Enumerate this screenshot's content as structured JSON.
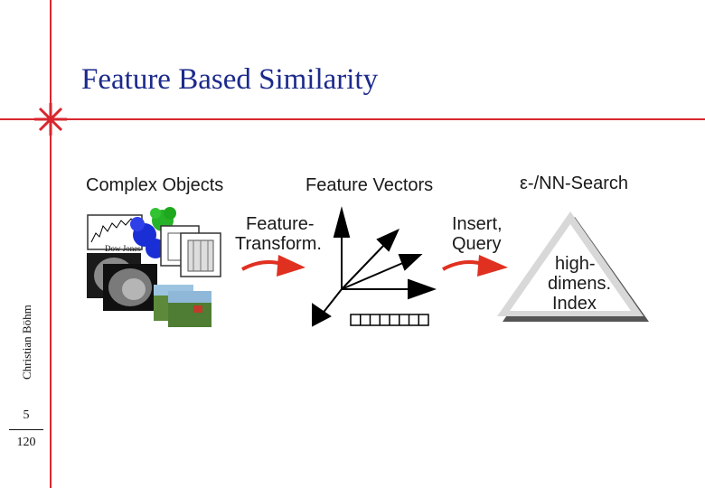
{
  "slide": {
    "title": "Feature Based Similarity",
    "author": "Christian Böhm",
    "page_current": "5",
    "page_total": "120",
    "accent_color": "#d9262e",
    "title_color": "#1c2a8c"
  },
  "diagram": {
    "complex_objects_label": "Complex Objects",
    "feature_vectors_label": "Feature Vectors",
    "search_label": "ε-/NN-Search",
    "transform_line1": "Feature-",
    "transform_line2": "Transform.",
    "insert_line1": "Insert,",
    "insert_line2": "Query",
    "index_line1": "high-",
    "index_line2": "dimens.",
    "index_line3": "Index",
    "chart_caption": "Dow Jones"
  }
}
